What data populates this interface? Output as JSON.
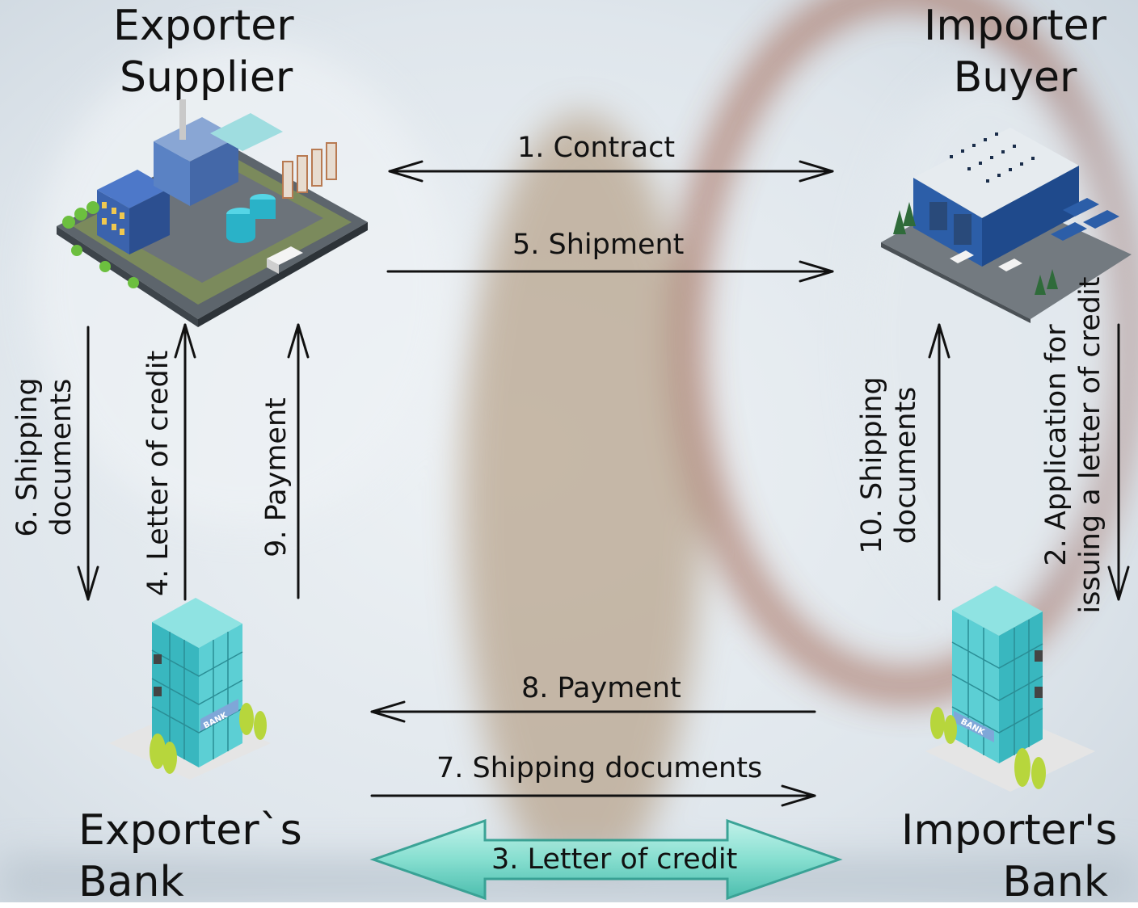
{
  "parties": {
    "exporter": [
      "Exporter",
      "Supplier"
    ],
    "importer": [
      "Importer",
      "Buyer"
    ],
    "exporter_bank": [
      "Exporter`s",
      "Bank"
    ],
    "importer_bank": [
      "Importer's",
      "Bank"
    ]
  },
  "flows": {
    "contract": "1. Contract",
    "application": [
      "2. Application for",
      "issuing a letter of credit"
    ],
    "letter_of_credit_banks": "3. Letter of credit",
    "letter_of_credit_exporter": "4. Letter of credit",
    "shipment": "5. Shipment",
    "shipping_docs_exporter": [
      "6. Shipping",
      "documents"
    ],
    "shipping_docs_banks": "7. Shipping documents",
    "payment_banks": "8. Payment",
    "payment_exporter": "9. Payment",
    "shipping_docs_importer": [
      "10. Shipping",
      "documents"
    ]
  },
  "illustrations": {
    "factory": "factory-icon",
    "warehouse": "warehouse-icon",
    "exporter_bank_building": "bank-building-icon",
    "importer_bank_building": "bank-building-icon",
    "bank_sign": "BANK"
  },
  "colors": {
    "arrow": "#111111",
    "teal_arrow": "#3fc7b4",
    "background": "#dfe6ec"
  }
}
